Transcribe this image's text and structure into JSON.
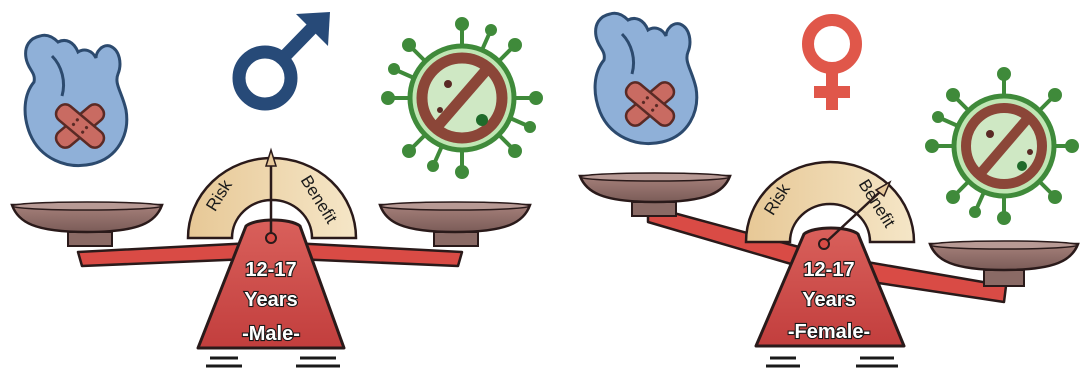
{
  "panels": [
    {
      "id": "male",
      "gauge": {
        "left_label": "Risk",
        "right_label": "Benefit"
      },
      "base_lines": [
        "12-17",
        "Years",
        "-Male-"
      ],
      "tilt": "balanced"
    },
    {
      "id": "female",
      "gauge": {
        "left_label": "Risk",
        "right_label": "Benefit"
      },
      "base_lines": [
        "12-17",
        "Years",
        "-Female-"
      ],
      "tilt": "benefit-heavier"
    }
  ],
  "icons": {
    "heart": "heart-bandage-icon",
    "male": "male-symbol-icon",
    "female": "female-symbol-icon",
    "virus": "virus-prohibited-icon"
  },
  "colors": {
    "beam": "#d94b45",
    "base": "#cf4a48",
    "pan": "#8f6e6a",
    "gauge": "#e8c99a",
    "heart": "#8fb0d8",
    "male_symbol": "#274a78",
    "female_symbol": "#e0574a",
    "virus": "#3f8a3a",
    "virus_fill": "#bfe6b3",
    "prohibit": "#8b4638"
  }
}
